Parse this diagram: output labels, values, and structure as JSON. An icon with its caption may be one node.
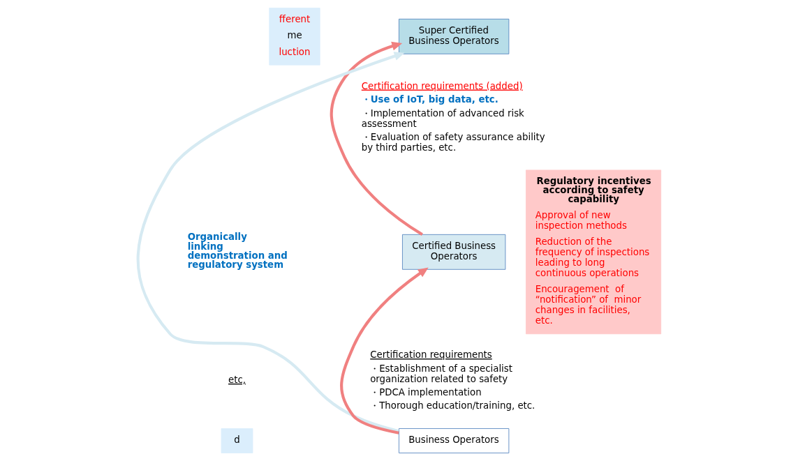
{
  "diagram": {
    "nodes": [
      {
        "text": [
          "Super Certified Business Operators"
        ]
      },
      {
        "text": [
          "Certified Business Operators"
        ]
      },
      {
        "text": [
          "Business Operators"
        ]
      },
      {
        "text": [
          "Regulatory incentives according to safety capability",
          "Approval of new inspection methods",
          "Reduction of the frequency of inspections leading to long continuous operations",
          "Encouragement  of “notification” of  minor changes in facilities, etc."
        ]
      },
      {
        "text": [
          "fferent",
          "me",
          "luction"
        ]
      },
      {
        "text": [
          "d"
        ]
      }
    ],
    "edges": [
      {
        "from": 2,
        "to": 1,
        "arrow": "to",
        "color": "#f08080"
      },
      {
        "from": 1,
        "to": 0,
        "arrow": "to",
        "color": "#f08080"
      },
      {
        "from": 2,
        "to": 0,
        "arrow": "to",
        "color": "#d6eaf2"
      }
    ],
    "labels": [
      "Certification requirements (added)",
      "・Use of IoT, big data, etc.",
      "・Implementation of advanced risk assessment",
      "・Evaluation of safety assurance ability by third parties, etc.",
      "Certification requirements",
      "・Establishment of a specialist organization related to safety",
      "・PDCA implementation",
      "・Thorough education/training, etc.",
      "Organically linking demonstration and regulatory system",
      "etc,"
    ]
  }
}
